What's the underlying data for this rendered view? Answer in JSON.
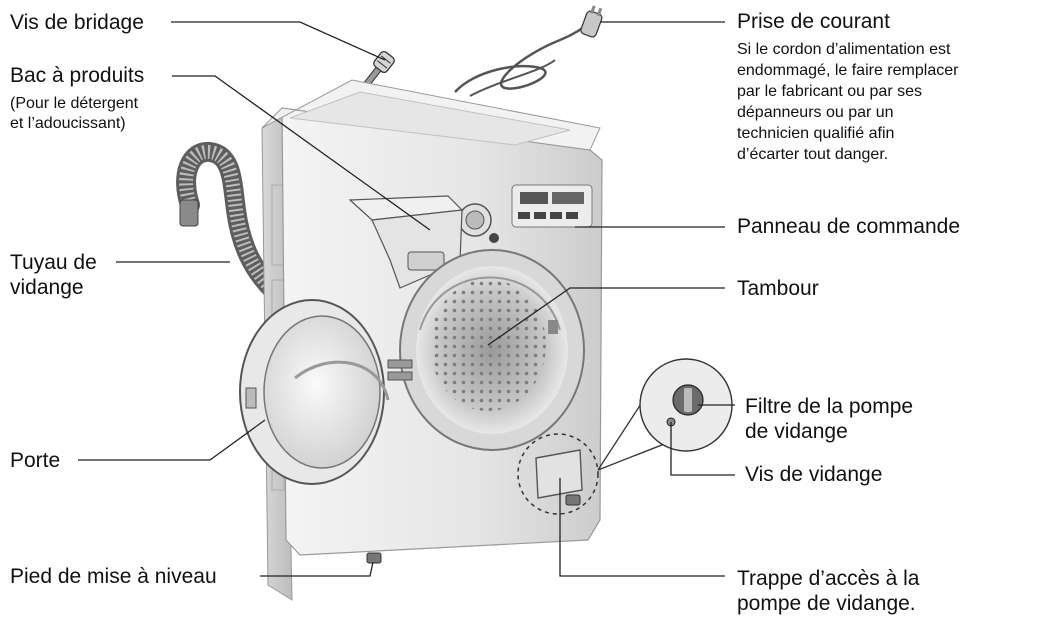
{
  "labels": {
    "clamp_screw": "Vis de bridage",
    "dispenser": "Bac à produits",
    "dispenser_note": "(Pour le détergent\net l’adoucissant)",
    "drain_hose": "Tuyau de\nvidange",
    "door": "Porte",
    "leveling_foot": "Pied de mise à niveau",
    "power_plug": "Prise de courant",
    "power_plug_note": "Si le cordon d’alimentation est\nendommagé, le faire remplacer\npar le fabricant ou par ses\ndépanneurs ou par un\ntechnicien qualifié afin\nd’écarter tout danger.",
    "control_panel": "Panneau de commande",
    "drum": "Tambour",
    "pump_filter": "Filtre de la pompe\nde vidange",
    "drain_screw": "Vis de vidange",
    "access_cover": "Trappe d’accès à la\npompe de vidange."
  },
  "colors": {
    "body": "#e9e9e9",
    "body_shade": "#cfcfcf",
    "line": "#222222",
    "drum": "#b9b9b9"
  }
}
